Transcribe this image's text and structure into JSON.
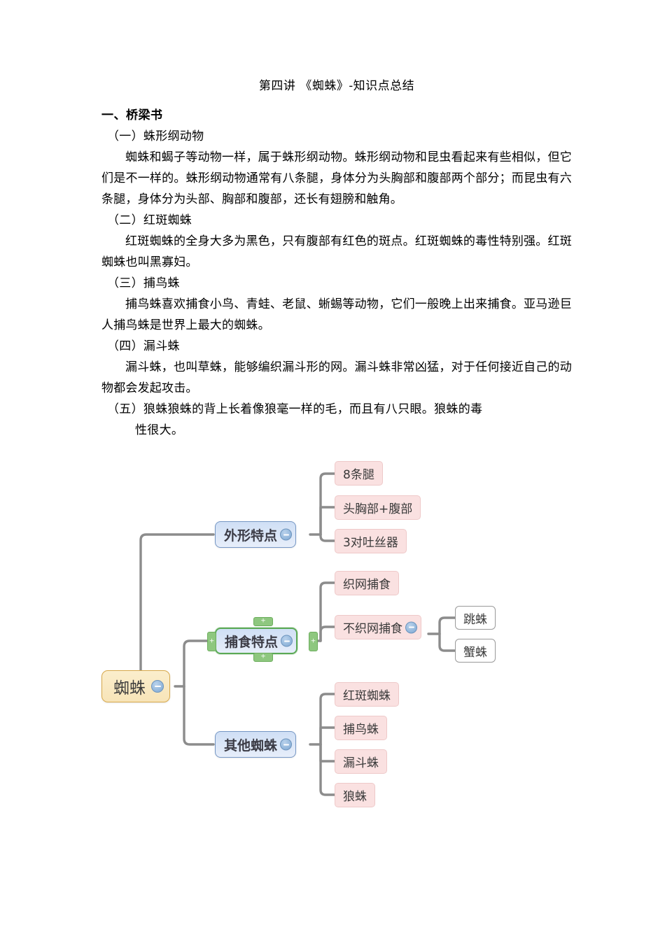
{
  "document": {
    "title": "第四讲 《蜘蛛》-知识点总结",
    "section_heading": "一、桥梁书",
    "subsections": [
      {
        "heading": "（一）蛛形纲动物",
        "body": "蜘蛛和蝎子等动物一样，属于蛛形纲动物。蛛形纲动物和昆虫看起来有些相似，但它们是不一样的。蛛形纲动物通常有八条腿，身体分为头胸部和腹部两个部分；而昆虫有六条腿，身体分为头部、胸部和腹部，还长有翅膀和触角。"
      },
      {
        "heading": "（二）红斑蜘蛛",
        "body": "红斑蜘蛛的全身大多为黑色，只有腹部有红色的斑点。红斑蜘蛛的毒性特别强。红斑蜘蛛也叫黑寡妇。"
      },
      {
        "heading": "（三）捕鸟蛛",
        "body": "捕鸟蛛喜欢捕食小鸟、青蛙、老鼠、蜥蜴等动物，它们一般晚上出来捕食。亚马逊巨人捕鸟蛛是世界上最大的蜘蛛。"
      },
      {
        "heading": "（四）漏斗蛛",
        "body": "漏斗蛛，也叫草蛛，能够编织漏斗形的网。漏斗蛛非常凶猛，对于任何接近自己的动物都会发起攻击。"
      }
    ],
    "last_subsection": {
      "line1": "（五）狼蛛狼蛛的背上长着像狼毫一样的毛，而且有八只眼。狼蛛的毒",
      "line2": "性很大。"
    }
  },
  "mindmap": {
    "root": {
      "label": "蜘蛛",
      "toggle": "collapse-minus-icon"
    },
    "branches": [
      {
        "id": "appearance",
        "label": "外形特点",
        "toggle": "collapse-minus-icon",
        "selected": false,
        "children": [
          {
            "label": "8条腿"
          },
          {
            "label": "头胸部+腹部"
          },
          {
            "label": "3对吐丝器"
          }
        ]
      },
      {
        "id": "feeding",
        "label": "捕食特点",
        "toggle": "collapse-minus-icon",
        "selected": true,
        "handles": [
          "+",
          "+",
          "+",
          "+"
        ],
        "children": [
          {
            "label": "织网捕食"
          },
          {
            "label": "不织网捕食",
            "toggle": "collapse-minus-icon",
            "children": [
              {
                "label": "跳蛛"
              },
              {
                "label": "蟹蛛"
              }
            ]
          }
        ]
      },
      {
        "id": "other-spiders",
        "label": "其他蜘蛛",
        "toggle": "collapse-minus-icon",
        "selected": false,
        "children": [
          {
            "label": "红斑蜘蛛"
          },
          {
            "label": "捕鸟蛛"
          },
          {
            "label": "漏斗蛛"
          },
          {
            "label": "狼蛛"
          }
        ]
      }
    ],
    "colors": {
      "root_fill": "#f7e4b8",
      "root_border": "#d8a94b",
      "branch_fill": "#d7e4f6",
      "branch_border": "#7596c4",
      "leaf_fill": "#fae1e1",
      "leaf_border": "#eec9c9",
      "plain_fill": "#ffffff",
      "plain_border": "#9a9a9a",
      "connector": "#8c8c8c",
      "selected_border": "#5aa955",
      "handle_fill": "#8ec77f",
      "toggle_fill": "#8fb4da"
    }
  }
}
